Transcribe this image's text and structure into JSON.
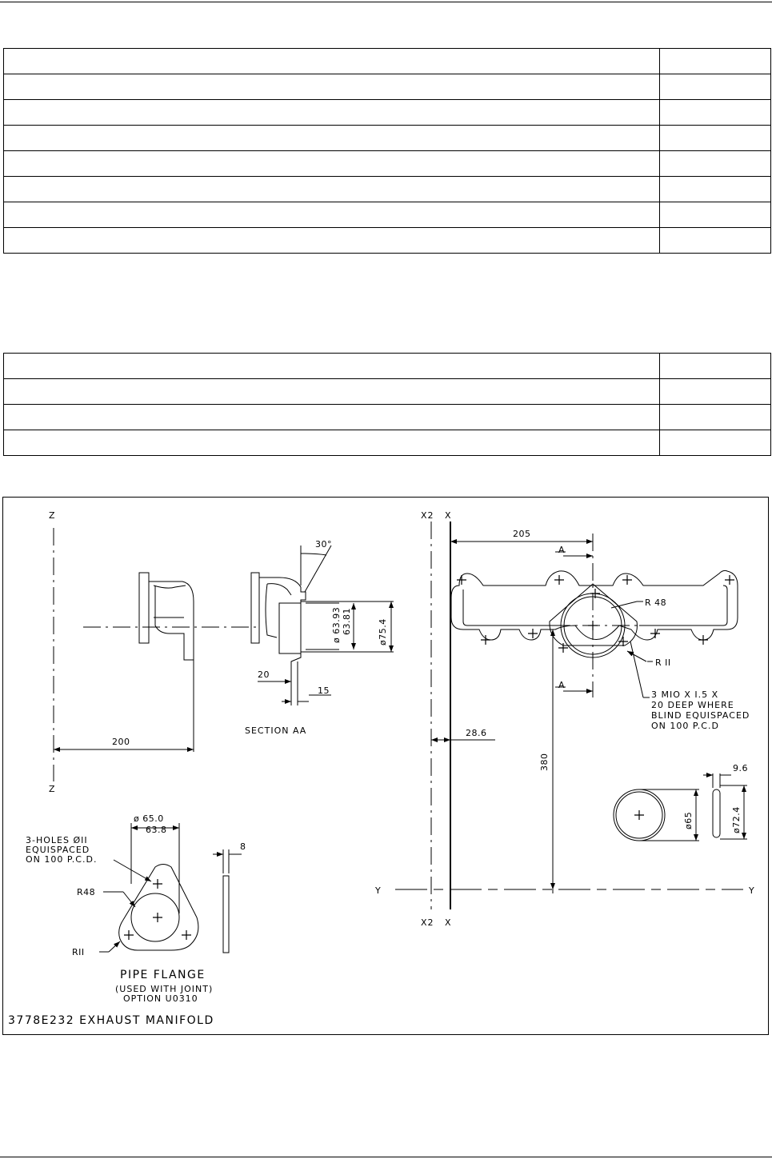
{
  "document": {
    "table1_rows": [
      "",
      "",
      "",
      "",
      "",
      "",
      "",
      ""
    ],
    "table2_rows": [
      "",
      "",
      "",
      ""
    ]
  },
  "drawing": {
    "title": "3778E232 EXHAUST MANIFOLD",
    "axes": {
      "z_top": "Z",
      "z_bottom": "Z",
      "x2_top": "X2",
      "x_top": "X",
      "x2_bottom": "X2",
      "x_bottom": "X",
      "y_left": "Y",
      "y_right": "Y"
    },
    "section_marker": "A",
    "section_label": "SECTION AA",
    "pipe_flange_title": "PIPE FLANGE",
    "pipe_flange_note": [
      "(USED WITH JOINT)",
      "OPTION U0310"
    ],
    "holes_note": [
      "3-HOLES ØII",
      "EQUISPACED",
      "ON 100 P.C.D."
    ],
    "stud_note": [
      "3 MIO X I.5 X",
      "20 DEEP WHERE",
      "BLIND EQUISPACED",
      "ON 100 P.C.D"
    ],
    "dimensions": {
      "d200": "200",
      "d20": "20",
      "d15": "15",
      "angle30": "30°",
      "bore_max": "ø 63.93",
      "bore_min": "63.81",
      "dia754": "ø75.4",
      "d205": "205",
      "r48_manifold": "R 48",
      "r11_manifold": "R II",
      "d286": "28.6",
      "d380": "380",
      "d96": "9.6",
      "dia65": "ø65",
      "dia724": "ø72.4",
      "flange_dia_max": "ø 65.0",
      "flange_dia_min": "63.8",
      "d8": "8",
      "r48_flange": "R48",
      "r11_flange": "RII"
    }
  }
}
